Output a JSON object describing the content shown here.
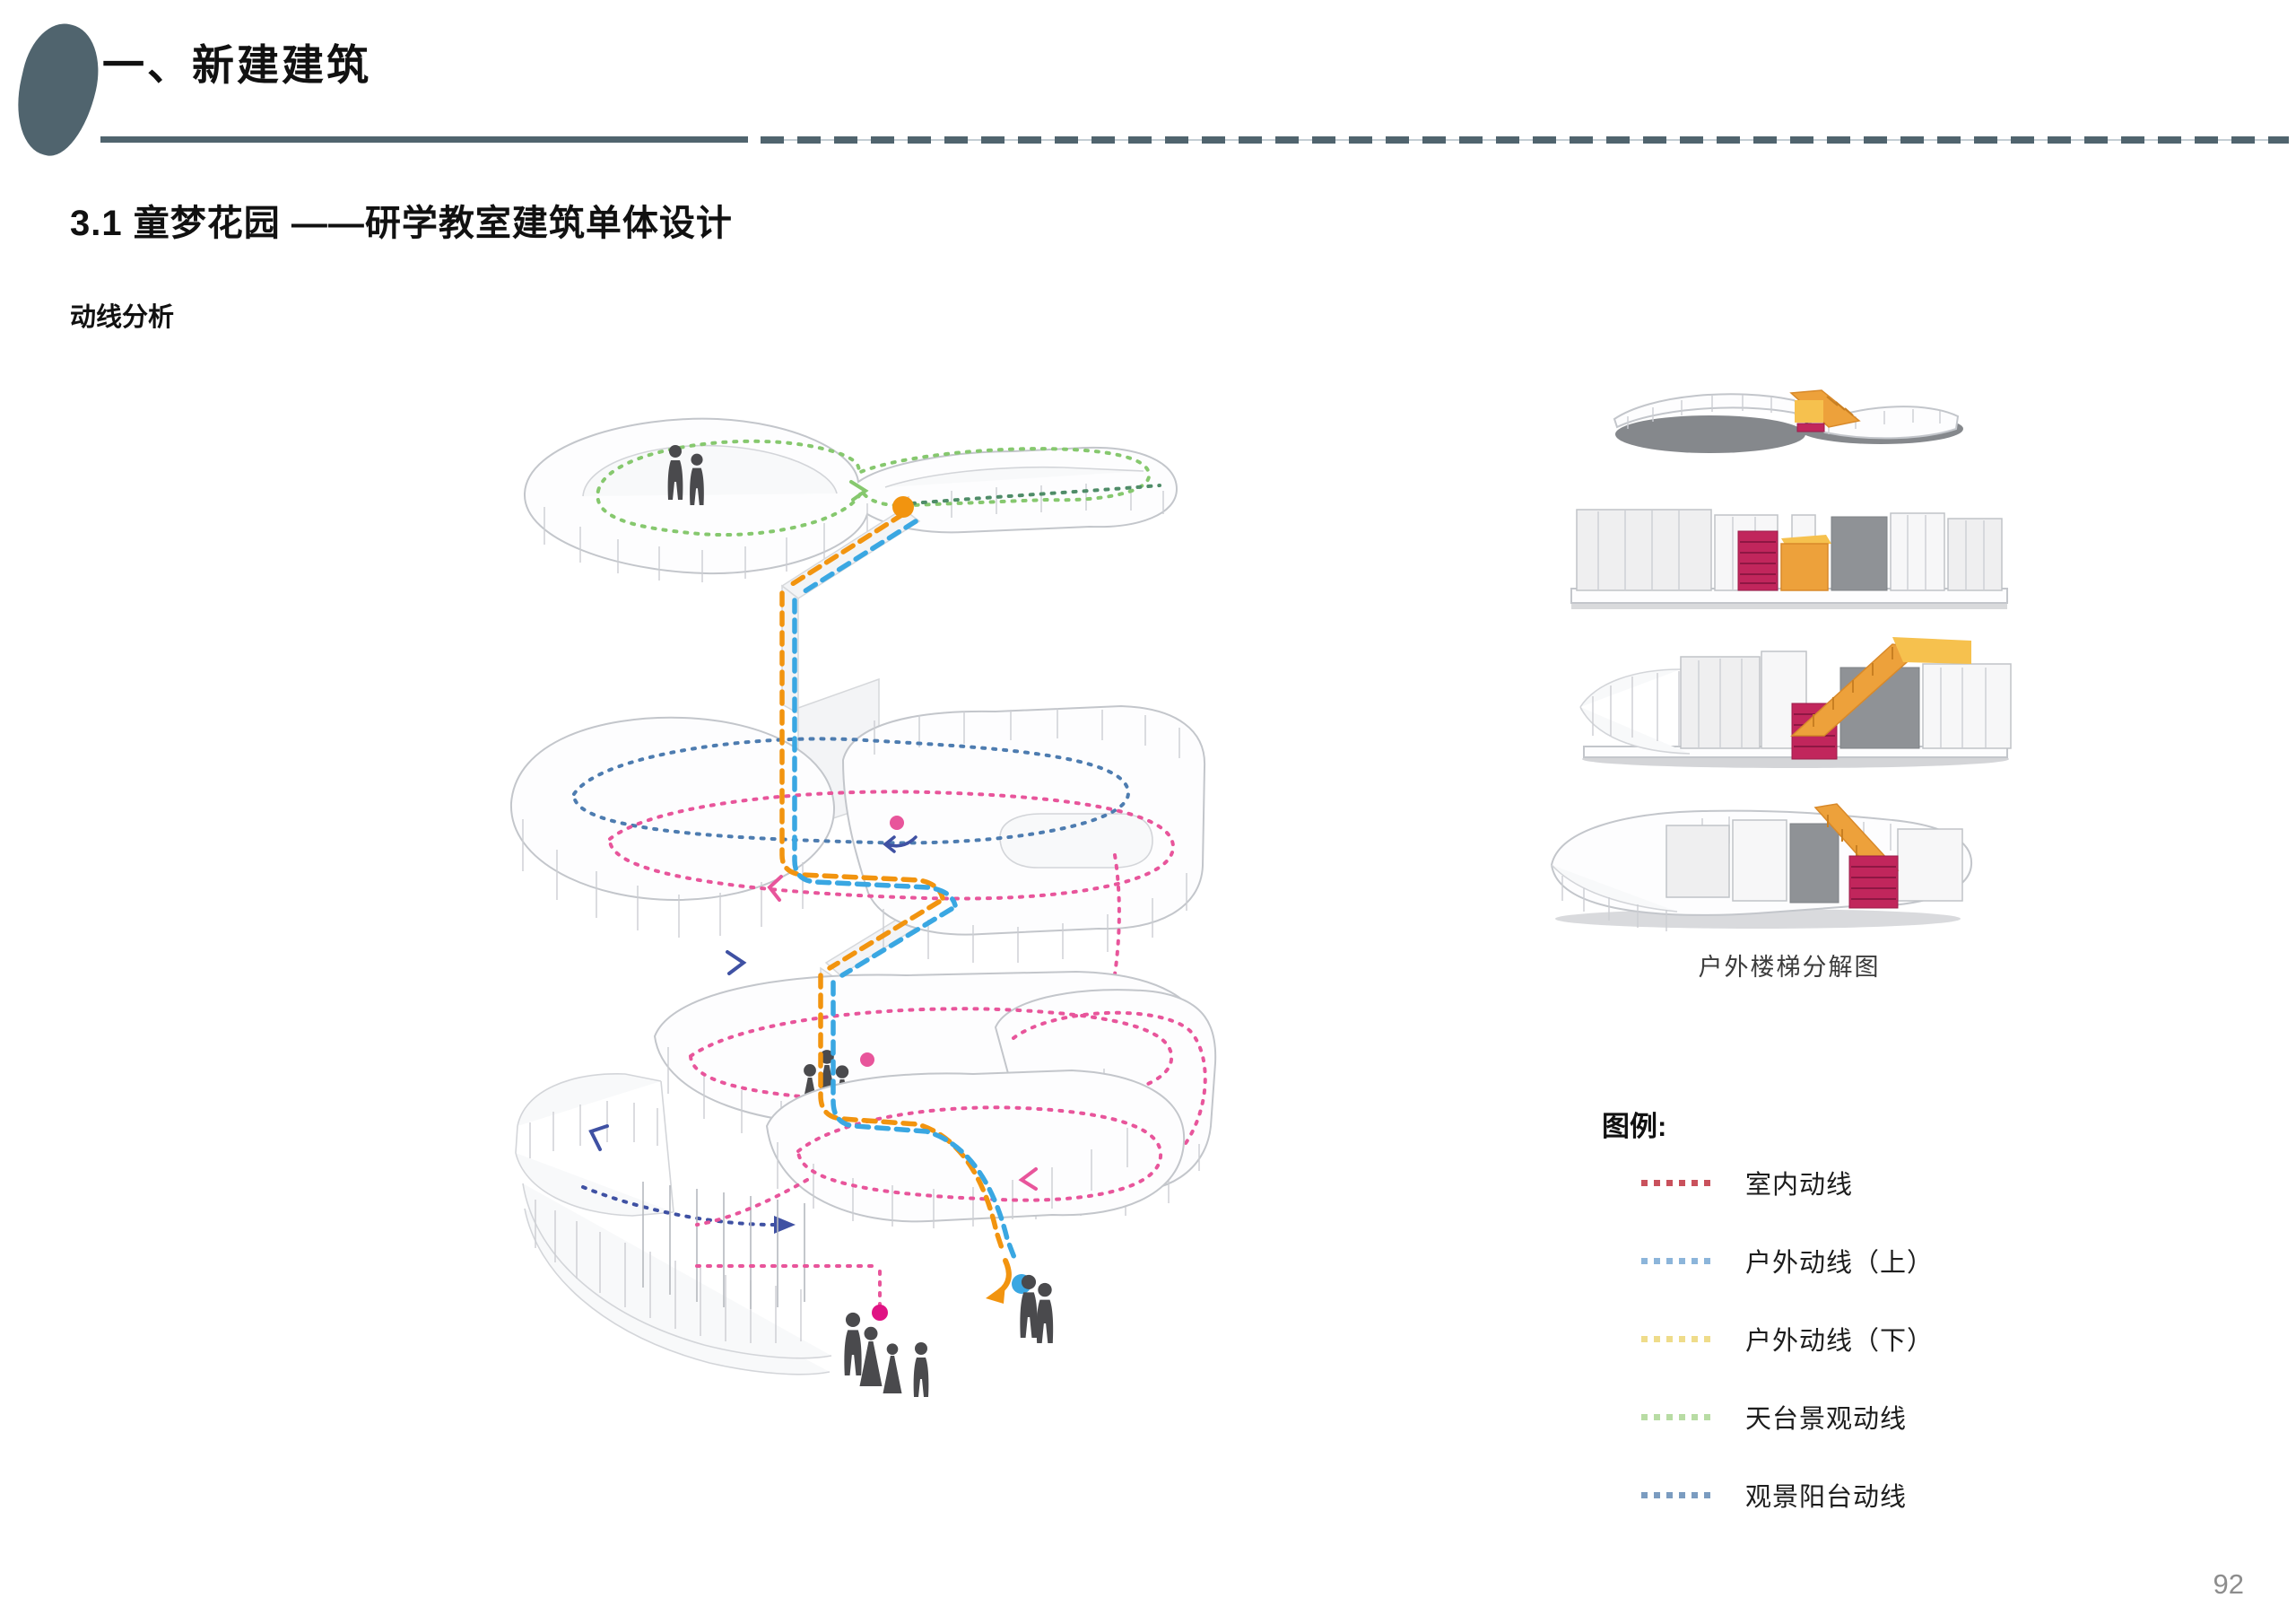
{
  "header": {
    "section_title": "一、新建建筑",
    "subtitle": "3.1 童梦花园 ——研学教室建筑单体设计",
    "analysis_label": "动线分析"
  },
  "figure": {
    "caption": "户外楼梯分解图"
  },
  "legend": {
    "title": "图例:",
    "items": [
      {
        "name": "indoor-circulation",
        "label": "室内动线",
        "color": "#c9515c"
      },
      {
        "name": "outdoor-circulation-up",
        "label": "户外动线（上）",
        "color": "#8cb5da"
      },
      {
        "name": "outdoor-circulation-down",
        "label": "户外动线（下）",
        "color": "#efdc8a"
      },
      {
        "name": "rooftop-landscape-circulation",
        "label": "天台景观动线",
        "color": "#b8dca4"
      },
      {
        "name": "viewing-balcony-circulation",
        "label": "观景阳台动线",
        "color": "#7b9cc0"
      }
    ]
  },
  "footer": {
    "page_number": "92"
  },
  "colors": {
    "accent": "#50646e",
    "path_indoor": "#e8559b",
    "path_outdoor_up": "#3aa7e2",
    "path_outdoor_down": "#f2940f",
    "path_rooftop": "#86c86e",
    "path_teal": "#4f8c68",
    "path_balcony": "#4d7cb0",
    "path_navy": "#3f51a3",
    "endpoint_magenta": "#e01384",
    "stair_orange": "#eda13b",
    "stair_crimson": "#c1265c"
  }
}
